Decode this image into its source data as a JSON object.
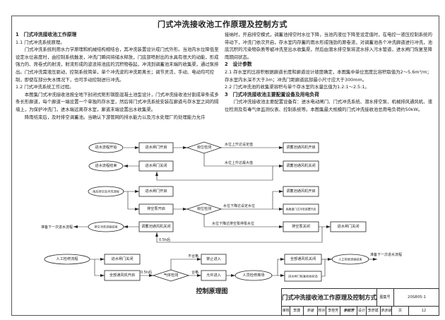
{
  "page_title": "门式冲洗接收池工作原理及控制方式",
  "text": {
    "s1_heading": "1　门式冲洗接收池工作原理",
    "s1_1_heading": "1.1 门式冲洗系统原理。",
    "s1_1_body": "门式冲洗系统利用水力学原理和机械结构相结合，其冲洗装置设计成门式外形。当池内水位降低至设定水位高度时，由控制系统触发，冲洗门瞬间将储水释放，门底部喷射出的水具有很大的动能，形成强力的、席卷式的射流，射流形成的波浪将池底的沉积物卷起，冲流到调蓄池末端的收集渠，通过泵排出。门式冲洗需液压驱动，控制系统简单，单个冲洗波的冲洗距离长；调节灵活，手动、电动均可控制，即使在部分失水情况下，也可手动控制进行冲洗。",
    "s1_2_heading": "1.2 门式冲洗系统工作过程。",
    "s1_2_body1": "本图集门式冲洗接收池按全地下封闭式矩形钢筋混凝土池型设计，门式冲洗接收池分割成单条或多条长形廊道，每个廊道一端设置一个单独的存水室，然后将门式冲洗系统安装在廊道与存水室之间的隔墙上，为保护冲洗门，进水端远离存水室，廊道末端设置出水收集渠。",
    "s1_2_body2a": "降雨结束后，及时排空调蓄池。当确认下游管网的排水能力以及污水处理厂的处理能力允许",
    "s1_2_body2b": "接纳时，开启排空模式，调蓄池排空时水位下降，当池内液位下降至设定值时，在电控一液压控制系统的带动下，冲洗门依次开启，存水室内存蓄的雨水形成强劲的原卷流，对调蓄池各个冲洗廊道进行冲洗，池底沉积的污染物杂质等被冲洗至出水收集渠，然后由潜水排空泵将泥水排入污水管道，进水闸门恢复至降雨期间状态。",
    "s2_heading": "2　设计参数",
    "s2_1": "2.1 存水室的比容积根据廊道长度和廊道设计坡度确定，本图集中单位宽度比容积取值为2～5.6m³/m；存水室内水深不大于3m；冲洗门距廊道底部最小尺寸应大于300mm。",
    "s2_2": "2.2 门式冲洗池的收集渠容积与单个存水室的水量比值为1.2:1～2.5:1。",
    "s3_heading": "3　门式冲洗接收池主要配置设备及用电负荷",
    "s3_body": "门式冲洗接收池主要配置设备有：进水电动闸门、门式冲洗系统、潜水排空泵、机械排风通风机、液位检测及有毒气体监测仪表、控制系统等。本图集最大规模的门式冲洗接收池总用电负荷约50kW。"
  },
  "diagram": {
    "caption": "控制原理图",
    "inflow_start": "进水流程开始",
    "inflow_end": "进水流程结束",
    "gate_open_1": "进水闸门开启",
    "gate_close_1": "进水闸门关闭",
    "level_check_1": "液位检测",
    "rise_setpoint": "水位上升达设定值",
    "rise_max": "水位上升达最大值",
    "fan_open_1": "调蓄池通风机开启",
    "fan_close_1": "调蓄池通风机关闭",
    "flush_start": "雨后排空及冲洗流程",
    "gate_open_2": "进水闸门开启",
    "pump_open": "排空泵开启",
    "level_check_2": "液位检测",
    "fall_setpoint": "水位下降达设定水位",
    "fall_pump_stop": "水位下降达排空泵停泵水位",
    "fan_open_2": "调蓄池通风机开启",
    "flush_devices_open": "各廊道门式冲洗装置开启",
    "pump_close": "排空泵关闭",
    "gate_close_2": "进水闸门关闭",
    "fan_close_2": "调蓄池通风机关闭",
    "delay_1": "0.5h后",
    "flush_end": "排空冲洗流程结束",
    "next_inflow_1": "准备下一次进水流程",
    "manual_start": "人工检修流程",
    "gate_close_3": "进水闸门关闭",
    "fans_open": "全部通风机开启",
    "delay_2": "0.5h后",
    "gas_check": "气体检测",
    "fail": "不合格",
    "pass": "合格",
    "no_entry": "禁止进入",
    "allow_entry": "允许进入",
    "staff_leave": "人员检修离场",
    "fans_close": "全部通风机关闭",
    "gate_reset": "进水闸门恢复初始状态",
    "manual_end": "人工检修流程结束",
    "next_inflow_2": "准备下一次进水流程"
  },
  "title_block": {
    "title": "门式冲洗接收池工作原理及控制方式",
    "atlas_no_label": "图集号",
    "atlas_no": "20S805-1",
    "review_label": "审核",
    "reviewer": "李捷",
    "reviewer_sign": "李捷",
    "check_label": "校对",
    "checker": "李桂芳",
    "checker_sign": "李桂芳",
    "design_label": "设计",
    "designer": "李彦斌",
    "designer_sign": "李彦斌",
    "page_label": "页",
    "page": "12"
  }
}
